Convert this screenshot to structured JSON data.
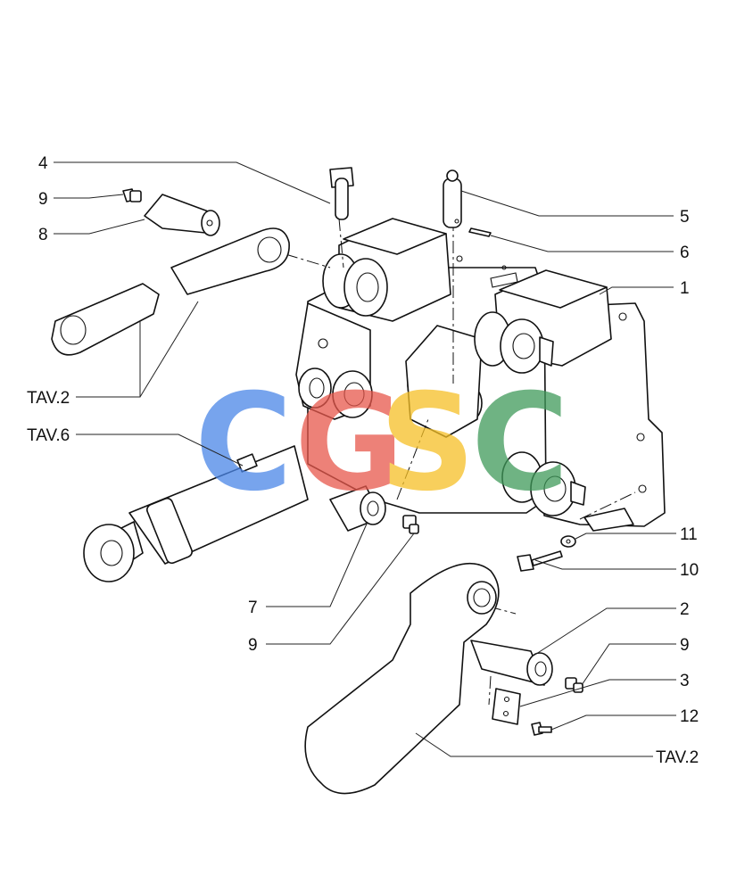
{
  "labels": {
    "l4": "4",
    "l9a": "9",
    "l8": "8",
    "l5": "5",
    "l6": "6",
    "l1": "1",
    "ltav2a": "TAV.2",
    "ltav6": "TAV.6",
    "l11": "11",
    "l10": "10",
    "l7": "7",
    "l9b": "9",
    "l2": "2",
    "l9c": "9",
    "l3": "3",
    "l12": "12",
    "ltav2b": "TAV.2"
  },
  "watermark": {
    "letters": [
      "C",
      "G",
      "S",
      "C"
    ],
    "colors": [
      "#4a86e8",
      "#e8584c",
      "#f6c026",
      "#3f9a5a"
    ]
  }
}
